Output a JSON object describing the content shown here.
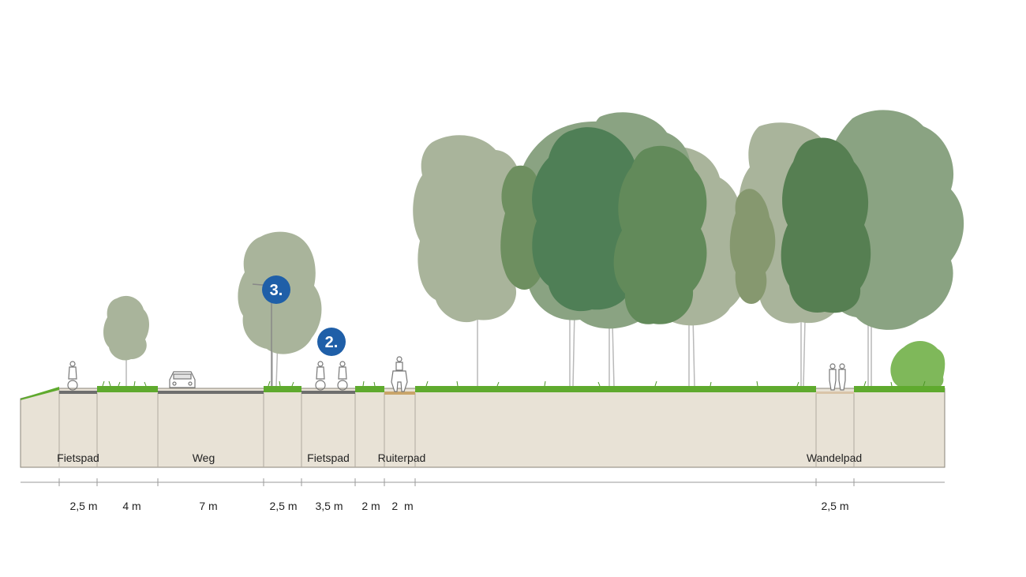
{
  "colors": {
    "ground": "#e8e2d6",
    "ground_line": "#8a8478",
    "asphalt": "#6e6e6e",
    "sand_path": "#c9a56a",
    "grass": "#5faa2e",
    "tree_light": "#a9b49b",
    "tree_mid": "#8aa382",
    "tree_dark": "#4f7f56",
    "tree_olive": "#6e8f60",
    "shrub": "#7fb85a",
    "badge": "#1f5fa8"
  },
  "section_labels": {
    "fietspad_left": "Fietspad",
    "weg": "Weg",
    "fietspad_right": "Fietspad",
    "ruiterpad": "Ruiterpad",
    "wandelpad": "Wandelpad"
  },
  "dimensions": {
    "d1": "2,5 m",
    "d2": "4 m",
    "d3": "7 m",
    "d4": "2,5 m",
    "d5": "3,5 m",
    "d6": "2 m",
    "d7": "2  m",
    "d8": "2,5 m"
  },
  "badges": {
    "b3": "3.",
    "b2": "2."
  },
  "icons": {
    "cyclist": "cyclist-icon",
    "car": "car-icon",
    "horse_rider": "horse-rider-icon",
    "walkers": "walkers-icon",
    "street_lamp": "street-lamp-icon"
  }
}
